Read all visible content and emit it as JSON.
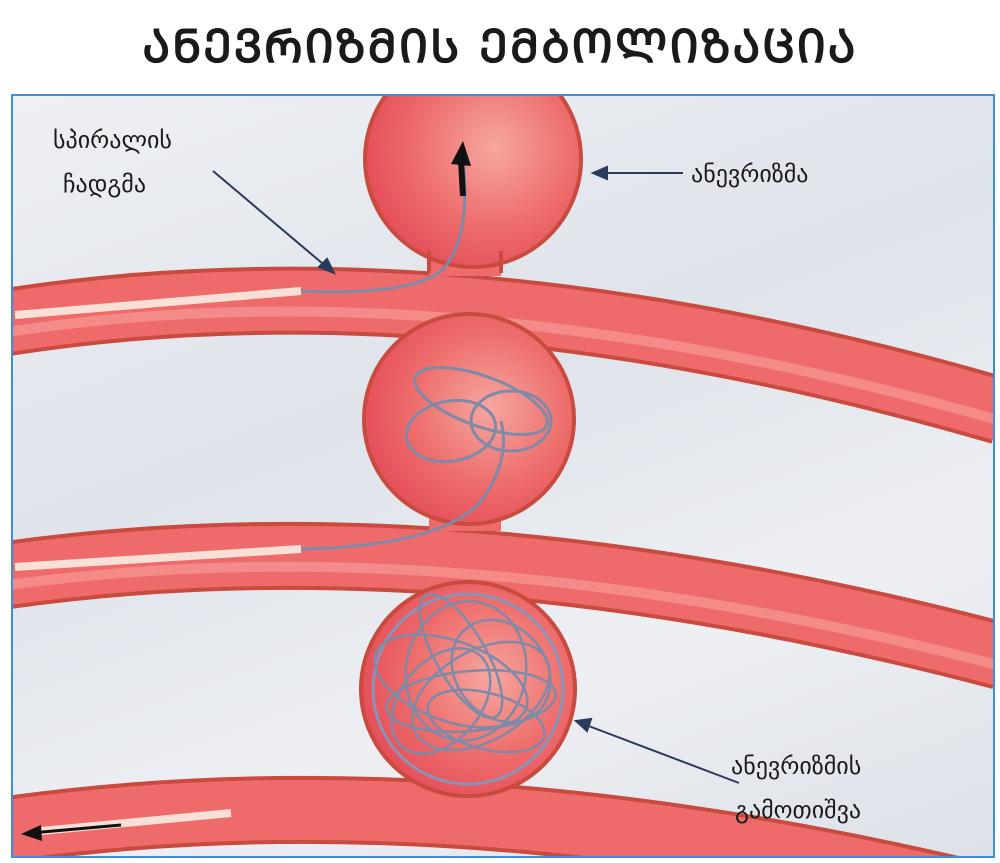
{
  "title": "ᲐᲜᲔᲕᲠᲘᲖᲛᲘᲡ ᲔᲛᲑᲝᲚᲘᲖᲐᲪᲘᲐ",
  "labels": {
    "coil_insertion": [
      "სპირალის",
      "ჩადგმა"
    ],
    "aneurysm": "ანევრიზმა",
    "aneurysm_exclusion": [
      "ანევრიზმის",
      "გამოთიშვა"
    ]
  },
  "colors": {
    "vessel": "#ef6b6b",
    "vessel_edge": "#c94a3e",
    "coil": "#7e8aa8",
    "frame": "#3a8fd8"
  }
}
